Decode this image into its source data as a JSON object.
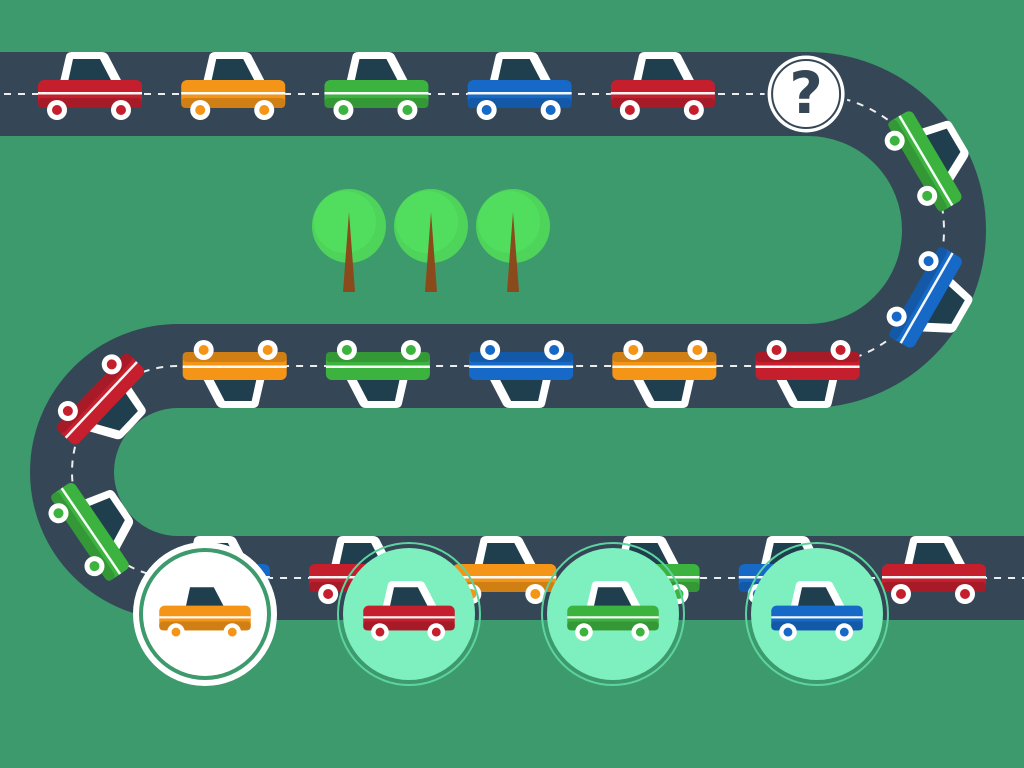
{
  "colors": {
    "background": "#3d9a6c",
    "road": "#354756",
    "road_line": "#ffffff",
    "tree_crown": "#4ed45a",
    "tree_trunk": "#8a4a1c",
    "window": "#1f3f4f",
    "car_roof": "#ffffff",
    "choice_fill": "#7ef0c0",
    "choice_ring": "#5dd4a0",
    "choice_selected_fill": "#ffffff",
    "choice_selected_ring": "#ffffff",
    "choice_selected_inner_ring": "#3d9a6c",
    "car_colors": {
      "red": "#c51f2e",
      "orange": "#f59518",
      "green": "#3cb33e",
      "blue": "#1669c6"
    }
  },
  "puzzle": {
    "sequence": [
      "red",
      "orange",
      "green",
      "blue",
      "red",
      "?",
      "green",
      "blue",
      "red",
      "orange",
      "blue",
      "green",
      "orange",
      "red",
      "green",
      "blue",
      "red",
      "orange",
      "green",
      "blue",
      "red"
    ],
    "unknown_symbol": "?",
    "trees": 3
  },
  "choices": [
    {
      "color": "orange",
      "selected": true
    },
    {
      "color": "red",
      "selected": false
    },
    {
      "color": "green",
      "selected": false
    },
    {
      "color": "blue",
      "selected": false
    }
  ]
}
